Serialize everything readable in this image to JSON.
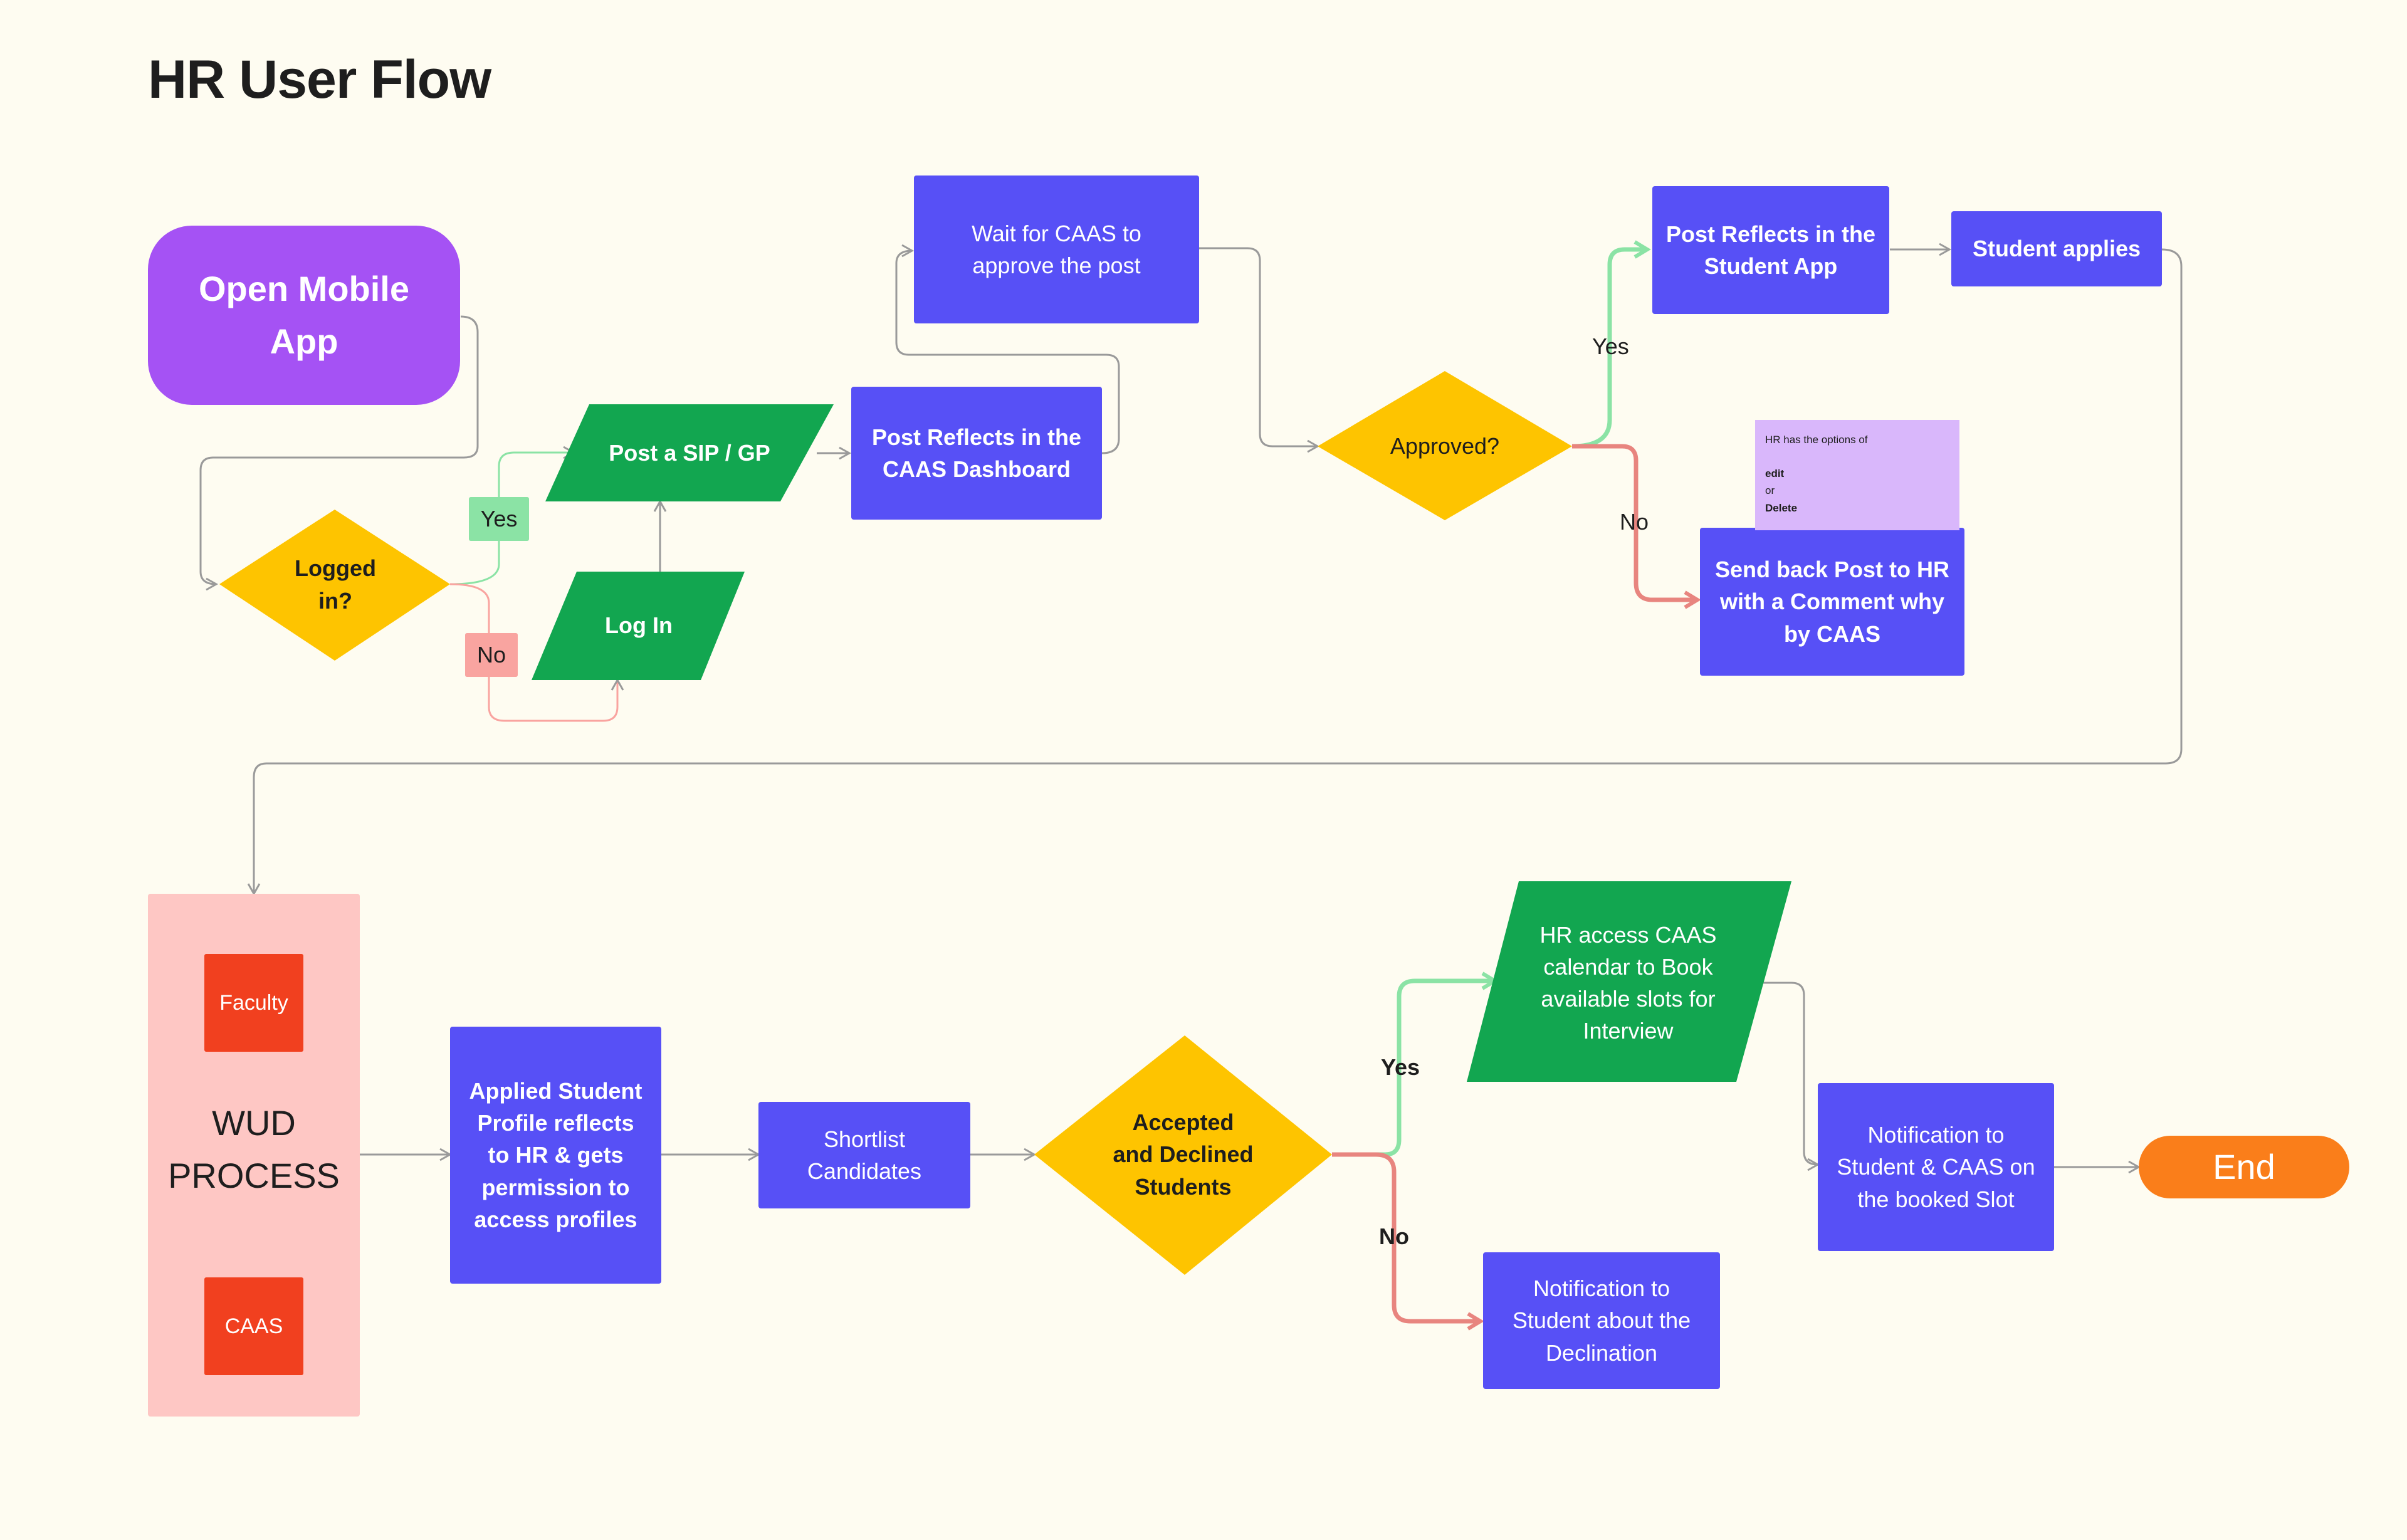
{
  "title": "HR User Flow",
  "colors": {
    "background": "#fefcf1",
    "process": "#5750f6",
    "decision": "#fec400",
    "io": "#12a650",
    "start": "#a552f4",
    "end": "#fa7e1a",
    "yes_edge": "#8be3a5",
    "no_edge": "#e8857f",
    "connector": "#9a9a9a",
    "wud_group": "#fec7c4",
    "wud_item": "#f1401f",
    "note": "#d9b7fb"
  },
  "nodes": {
    "open_app": [
      "Open Mobile",
      "App"
    ],
    "logged_in": [
      "Logged",
      "in?"
    ],
    "post_sip": [
      "Post a SIP / GP"
    ],
    "log_in": [
      "Log In"
    ],
    "caas_dashboard": [
      "Post Reflects in the",
      "CAAS Dashboard"
    ],
    "wait_caas": [
      "Wait for CAAS to",
      "approve the post"
    ],
    "approved": [
      "Approved?"
    ],
    "student_app": [
      "Post Reflects in the",
      "Student App"
    ],
    "student_applies": [
      "Student applies"
    ],
    "send_back": [
      "Send back Post to HR",
      "with a Comment why",
      "by CAAS"
    ],
    "applied_profile": [
      "Applied Student",
      "Profile reflects",
      "to HR & gets",
      "permission to",
      "access profiles"
    ],
    "shortlist": [
      "Shortlist",
      "Candidates"
    ],
    "accepted_declined": [
      "Accepted",
      "and Declined",
      "Students"
    ],
    "calendar": [
      "HR access CAAS",
      "calendar to Book",
      "available slots for",
      "Interview"
    ],
    "notify_booked": [
      "Notification to",
      "Student & CAAS on",
      "the booked Slot"
    ],
    "notify_declined": [
      "Notification to",
      "Student about the",
      "Declination"
    ],
    "end": [
      "End"
    ]
  },
  "wud": {
    "title": [
      "WUD",
      "PROCESS"
    ],
    "faculty": "Faculty",
    "caas": "CAAS"
  },
  "note": {
    "lines": [
      "HR has the options of",
      "",
      "edit",
      "or",
      "Delete"
    ]
  },
  "edge_labels": {
    "login_yes": "Yes",
    "login_no": "No",
    "approved_yes": "Yes",
    "approved_no": "No",
    "accept_yes": "Yes",
    "accept_no": "No"
  }
}
